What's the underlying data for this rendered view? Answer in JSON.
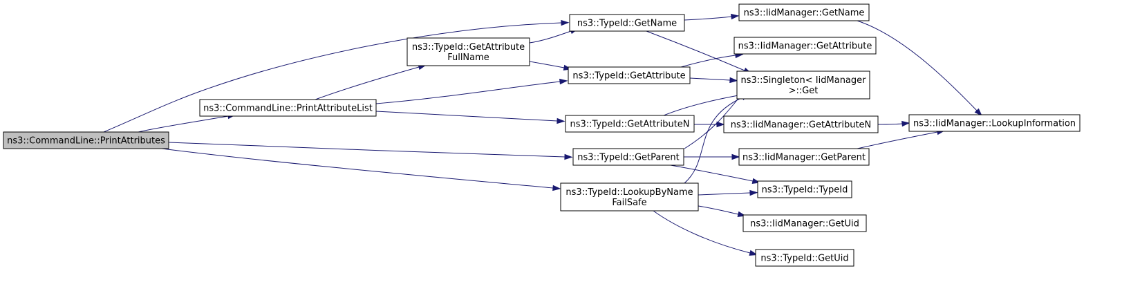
{
  "colors": {
    "edge": "#191970",
    "root_fill": "#bfbfbf",
    "node_fill": "#ffffff",
    "node_stroke": "#000000"
  },
  "nodes": [
    {
      "id": "printattributes",
      "lines": [
        "ns3::CommandLine::PrintAttributes"
      ],
      "root": true
    },
    {
      "id": "printattributelist",
      "lines": [
        "ns3::CommandLine::PrintAttributeList"
      ]
    },
    {
      "id": "getattributefullname",
      "lines": [
        "ns3::TypeId::GetAttribute",
        "FullName"
      ]
    },
    {
      "id": "typeid-getname",
      "lines": [
        "ns3::TypeId::GetName"
      ]
    },
    {
      "id": "typeid-getattribute",
      "lines": [
        "ns3::TypeId::GetAttribute"
      ]
    },
    {
      "id": "typeid-getattributen",
      "lines": [
        "ns3::TypeId::GetAttributeN"
      ]
    },
    {
      "id": "typeid-getparent",
      "lines": [
        "ns3::TypeId::GetParent"
      ]
    },
    {
      "id": "lookupbynamefailsafe",
      "lines": [
        "ns3::TypeId::LookupByName",
        "FailSafe"
      ]
    },
    {
      "id": "iidmanager-getname",
      "lines": [
        "ns3::IidManager::GetName"
      ]
    },
    {
      "id": "iidmanager-getattribute",
      "lines": [
        "ns3::IidManager::GetAttribute"
      ]
    },
    {
      "id": "singleton-get",
      "lines": [
        "ns3::Singleton< IidManager",
        ">::Get"
      ]
    },
    {
      "id": "iidmanager-getattributen",
      "lines": [
        "ns3::IidManager::GetAttributeN"
      ]
    },
    {
      "id": "iidmanager-lookupinformation",
      "lines": [
        "ns3::IidManager::LookupInformation"
      ]
    },
    {
      "id": "iidmanager-getparent",
      "lines": [
        "ns3::IidManager::GetParent"
      ]
    },
    {
      "id": "typeid-typeid",
      "lines": [
        "ns3::TypeId::TypeId"
      ]
    },
    {
      "id": "iidmanager-getuid",
      "lines": [
        "ns3::IidManager::GetUid"
      ]
    },
    {
      "id": "typeid-getuid",
      "lines": [
        "ns3::TypeId::GetUid"
      ]
    }
  ],
  "edges": [
    {
      "from": "printattributes",
      "to": "typeid-getname"
    },
    {
      "from": "printattributes",
      "to": "printattributelist"
    },
    {
      "from": "printattributes",
      "to": "typeid-getparent"
    },
    {
      "from": "printattributes",
      "to": "lookupbynamefailsafe"
    },
    {
      "from": "printattributelist",
      "to": "getattributefullname"
    },
    {
      "from": "printattributelist",
      "to": "typeid-getattribute"
    },
    {
      "from": "printattributelist",
      "to": "typeid-getattributen"
    },
    {
      "from": "getattributefullname",
      "to": "typeid-getname"
    },
    {
      "from": "getattributefullname",
      "to": "typeid-getattribute"
    },
    {
      "from": "typeid-getname",
      "to": "iidmanager-getname"
    },
    {
      "from": "typeid-getname",
      "to": "singleton-get"
    },
    {
      "from": "typeid-getattribute",
      "to": "iidmanager-getattribute"
    },
    {
      "from": "typeid-getattribute",
      "to": "singleton-get"
    },
    {
      "from": "typeid-getattributen",
      "to": "singleton-get"
    },
    {
      "from": "typeid-getattributen",
      "to": "iidmanager-getattributen"
    },
    {
      "from": "typeid-getparent",
      "to": "singleton-get"
    },
    {
      "from": "typeid-getparent",
      "to": "iidmanager-getparent"
    },
    {
      "from": "typeid-getparent",
      "to": "typeid-typeid"
    },
    {
      "from": "lookupbynamefailsafe",
      "to": "singleton-get"
    },
    {
      "from": "lookupbynamefailsafe",
      "to": "typeid-typeid"
    },
    {
      "from": "lookupbynamefailsafe",
      "to": "iidmanager-getuid"
    },
    {
      "from": "lookupbynamefailsafe",
      "to": "typeid-getuid"
    },
    {
      "from": "iidmanager-getname",
      "to": "iidmanager-lookupinformation"
    },
    {
      "from": "iidmanager-getattributen",
      "to": "iidmanager-lookupinformation"
    },
    {
      "from": "iidmanager-getparent",
      "to": "iidmanager-lookupinformation"
    }
  ]
}
